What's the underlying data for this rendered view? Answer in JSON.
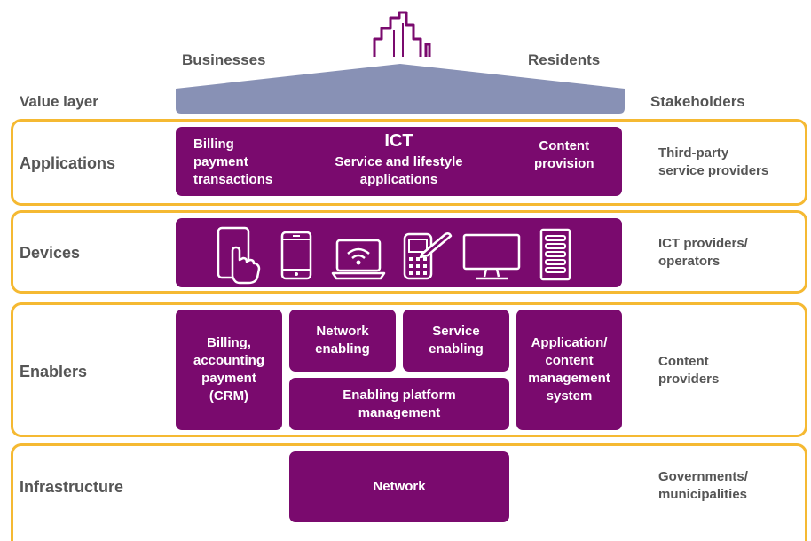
{
  "top": {
    "left_label": "Businesses",
    "right_label": "Residents",
    "value_layer": "Value layer",
    "stakeholders": "Stakeholders"
  },
  "layers": {
    "applications": {
      "label": "Applications",
      "stakeholder": "Third-party\nservice providers",
      "box_left": "Billing\npayment\ntransactions",
      "box_title": "ICT",
      "box_center": "Service and lifestyle\napplications",
      "box_right": "Content\nprovision"
    },
    "devices": {
      "label": "Devices",
      "stakeholder": "ICT providers/\noperators",
      "icons": [
        "tablet-touch-icon",
        "smartphone-icon",
        "laptop-wifi-icon",
        "handheld-stylus-icon",
        "monitor-icon",
        "server-rack-icon"
      ]
    },
    "enablers": {
      "label": "Enablers",
      "stakeholder": "Content\nproviders",
      "billing": "Billing,\naccounting\npayment\n(CRM)",
      "network_enabling": "Network\nenabling",
      "service_enabling": "Service\nenabling",
      "platform_mgmt": "Enabling platform\nmanagement",
      "app_content": "Application/\ncontent\nmanagement\nsystem"
    },
    "infrastructure": {
      "label": "Infrastructure",
      "stakeholder": "Governments/\nmunicipalities",
      "network": "Network"
    }
  },
  "colors": {
    "purple": "#7a0a6e",
    "gold": "#f5b932",
    "roof": "#8891b5",
    "gray_text": "#555555"
  }
}
